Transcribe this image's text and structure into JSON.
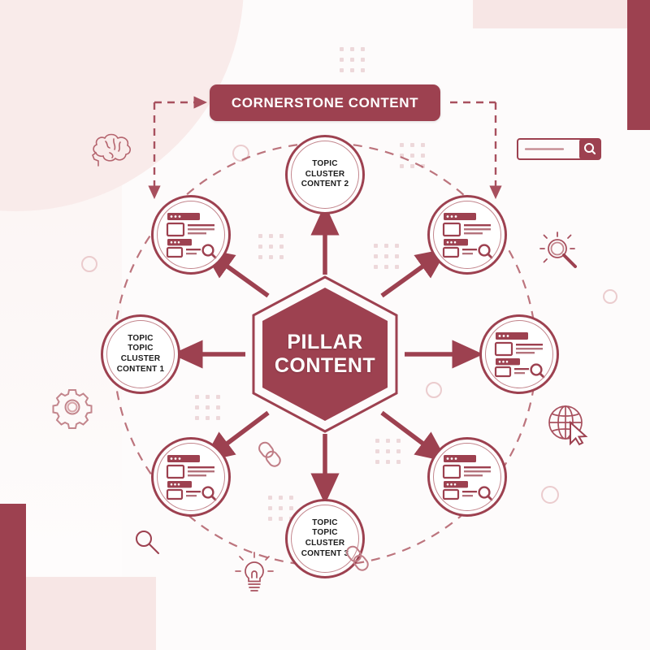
{
  "page": {
    "title": "Pillar Content and Topic Cluster Model",
    "accent": "#9d4150",
    "accent_light": "#c3868d",
    "bg": "#fdfbfb",
    "pink_block": "#f7e6e5"
  },
  "banner": {
    "label": "CORNERSTONE CONTENT"
  },
  "hub": {
    "line1": "PILLAR",
    "line2": "CONTENT"
  },
  "nodes": [
    {
      "id": "topic-cluster-content-2",
      "kind": "text",
      "position": "top",
      "lines": [
        "TOPIC",
        "CLUSTER",
        "CONTENT 2"
      ]
    },
    {
      "id": "topic-cluster-content-1",
      "kind": "text",
      "position": "left",
      "lines": [
        "TOPIC",
        "TOPIC",
        "CLUSTER",
        "CONTENT 1"
      ]
    },
    {
      "id": "topic-cluster-content-3",
      "kind": "text",
      "position": "bottom",
      "lines": [
        "TOPIC",
        "TOPIC",
        "CLUSTER",
        "CONTENT 3"
      ]
    },
    {
      "id": "content-page-top-left",
      "kind": "icon",
      "position": "top-left",
      "icon": "webpage-search-icon"
    },
    {
      "id": "content-page-top-right",
      "kind": "icon",
      "position": "top-right",
      "icon": "webpage-search-icon"
    },
    {
      "id": "content-page-right",
      "kind": "icon",
      "position": "right",
      "icon": "webpage-search-icon"
    },
    {
      "id": "content-page-bottom-left",
      "kind": "icon",
      "position": "bottom-left",
      "icon": "webpage-search-icon"
    },
    {
      "id": "content-page-bottom-right",
      "kind": "icon",
      "position": "bottom-right",
      "icon": "webpage-search-icon"
    }
  ],
  "decorations": [
    {
      "id": "brain-icon",
      "label": "brain"
    },
    {
      "id": "search-bar-icon",
      "label": "search bar"
    },
    {
      "id": "idea-search-icon",
      "label": "magnifier with rays"
    },
    {
      "id": "globe-cursor-icon",
      "label": "globe with cursor"
    },
    {
      "id": "gear-icon",
      "label": "gear"
    },
    {
      "id": "magnifier-icon",
      "label": "magnifier"
    },
    {
      "id": "lightbulb-icon",
      "label": "lightbulb"
    },
    {
      "id": "link-icon-left",
      "label": "chain link"
    },
    {
      "id": "link-icon-right",
      "label": "chain link"
    }
  ],
  "connections": {
    "solid_arrows": 8,
    "dashed_ring": true,
    "dashed_banner_links": 2
  }
}
